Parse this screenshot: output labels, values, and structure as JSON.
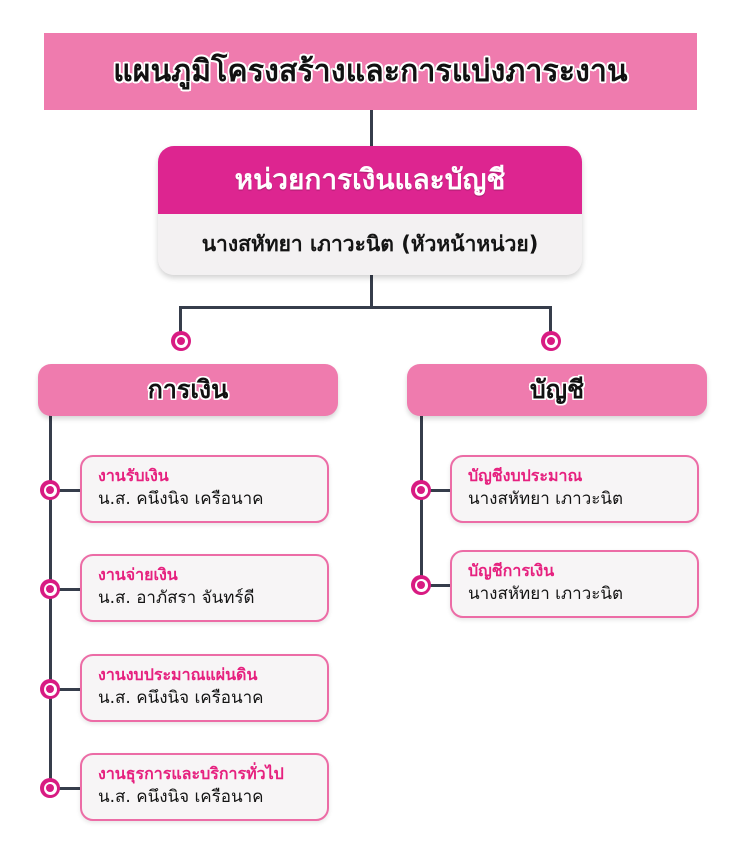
{
  "title": {
    "text": "แผนภูมิโครงสร้างและการแบ่งภาระงาน"
  },
  "head_unit": {
    "name": "หน่วยการเงินและบัญชี",
    "person": "นางสหัทยา  เภาวะนิต (หัวหน้าหน่วย)"
  },
  "branches": [
    {
      "header": "การเงิน",
      "items": [
        {
          "title": "งานรับเงิน",
          "person": "น.ส. คนึงนิจ  เครือนาค"
        },
        {
          "title": "งานจ่ายเงิน",
          "person": "น.ส. อาภัสรา  จันทร์ดี"
        },
        {
          "title": "งานงบประมาณแผ่นดิน",
          "person": "น.ส. คนึงนิจ  เครือนาค"
        },
        {
          "title": "งานธุรการและบริการทั่วไป",
          "person": "น.ส. คนึงนิจ  เครือนาค"
        }
      ]
    },
    {
      "header": "บัญชี",
      "items": [
        {
          "title": "บัญชีงบประมาณ",
          "person": "นางสหัทยา  เภาวะนิต"
        },
        {
          "title": "บัญชีการเงิน",
          "person": "นางสหัทยา  เภาวะนิต"
        }
      ]
    }
  ],
  "colors": {
    "banner_pink": "#ef7bae",
    "header_magenta": "#dd2590",
    "marker_magenta": "#d81b82",
    "card_border_pink": "#ec6ca6",
    "card_title_pink": "#e6217f",
    "connector_navy": "#363d4b",
    "card_background": "#f7f5f6"
  }
}
